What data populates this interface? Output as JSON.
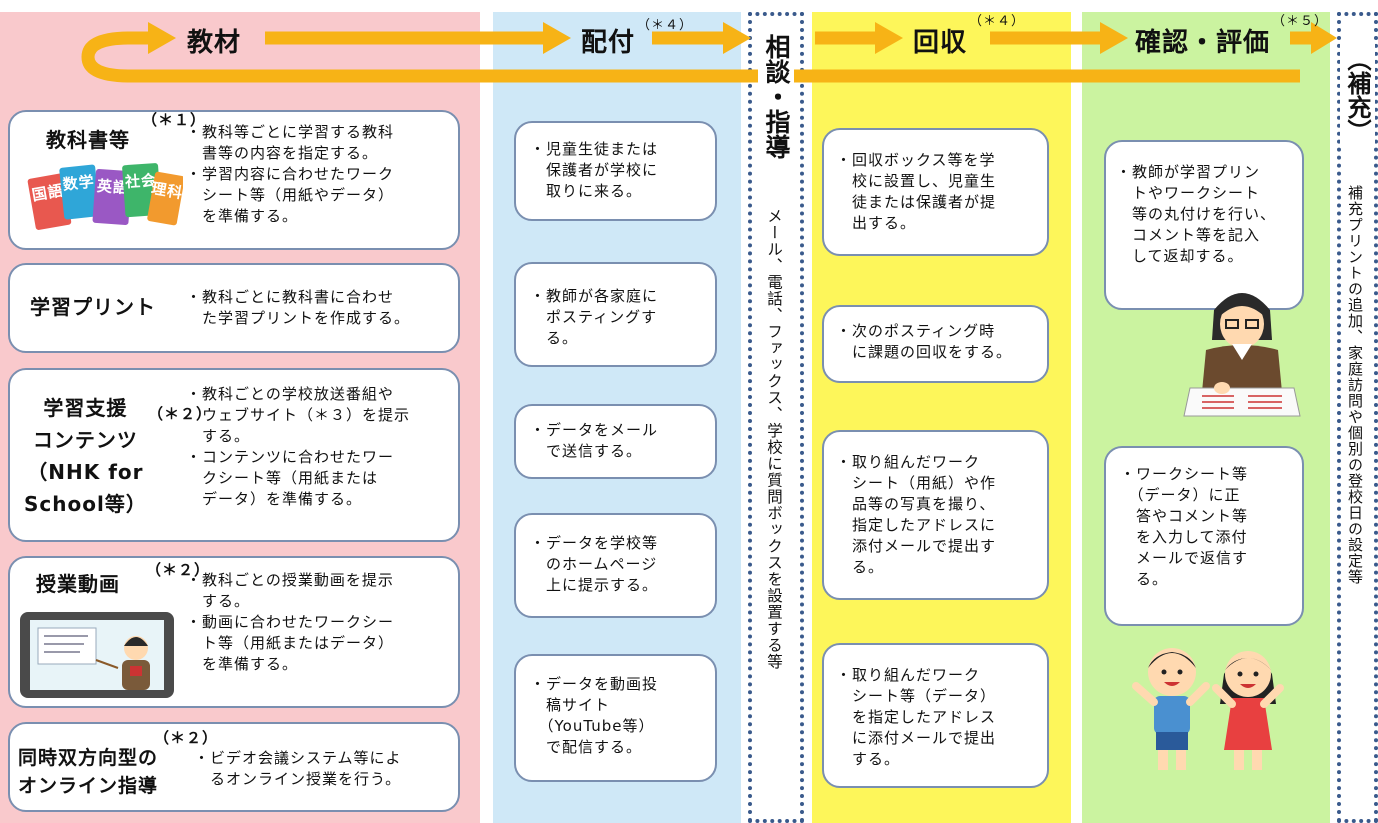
{
  "columns": {
    "kyozai": {
      "header": "教材",
      "bg": "#f9c9cc"
    },
    "haifu": {
      "header": "配付",
      "note": "（＊４）",
      "bg": "#cfe8f7"
    },
    "soudan": {
      "header": "相談・指導",
      "text": "メール、電話、ファックス、学校に質問ボックスを設置する等"
    },
    "kaishu": {
      "header": "回収",
      "note": "（＊４）",
      "bg": "#fdf65a"
    },
    "kakunin": {
      "header": "確認・評価",
      "note": "（＊５）",
      "bg": "#cbf3a0"
    },
    "hoju": {
      "header": "（補充）",
      "text": "補充プリントの追加、家庭訪問や個別の登校日の設定等"
    }
  },
  "arrow_color": "#f7b316",
  "materials": [
    {
      "title": "教科書等",
      "note": "（＊１）",
      "desc": "・教科等ごとに学習する教科\n　書等の内容を指定する。\n・学習内容に合わせたワーク\n　シート等（用紙やデータ）\n　を準備する。",
      "books": [
        {
          "t": "国語",
          "c": "#e8584f"
        },
        {
          "t": "数学",
          "c": "#2fa6d8"
        },
        {
          "t": "英語",
          "c": "#9a58c4"
        },
        {
          "t": "社会",
          "c": "#3eb56a"
        },
        {
          "t": "理科",
          "c": "#f29a2e"
        }
      ]
    },
    {
      "title": "学習プリント",
      "desc": "・教科ごとに教科書に合わせ\n　た学習プリントを作成する。"
    },
    {
      "title": "学習支援\nコンテンツ\n（NHK for\nSchool等）",
      "note": "（＊２）",
      "desc": "・教科ごとの学校放送番組や\n　ウェブサイト（＊３）を提示\n　する。\n・コンテンツに合わせたワー\n　クシート等（用紙または\n　データ）を準備する。"
    },
    {
      "title": "授業動画",
      "note": "（＊２）",
      "desc": "・教科ごとの授業動画を提示\n　する。\n・動画に合わせたワークシー\n　ト等（用紙またはデータ）\n　を準備する。"
    },
    {
      "title": "同時双方向型の\nオンライン指導",
      "note": "（＊２）",
      "desc": "・ビデオ会議システム等によ\n　るオンライン授業を行う。"
    }
  ],
  "haifu_items": [
    "・児童生徒または\n　保護者が学校に\n　取りに来る。",
    "・教師が各家庭に\n　ポスティングす\n　る。",
    "・データをメール\n　で送信する。",
    "・データを学校等\n　のホームページ\n　上に提示する。",
    "・データを動画投\n　稿サイト\n　（YouTube等）\n　で配信する。"
  ],
  "kaishu_items": [
    "・回収ボックス等を学\n　校に設置し、児童生\n　徒または保護者が提\n　出する。",
    "・次のポスティング時\n　に課題の回収をする。",
    "・取り組んだワーク\n　シート（用紙）や作\n　品等の写真を撮り、\n　指定したアドレスに\n　添付メールで提出す\n　る。",
    "・取り組んだワーク\n　シート等（データ）\n　を指定したアドレス\n　に添付メールで提出\n　する。"
  ],
  "kakunin_items": [
    "・教師が学習プリン\n　トやワークシート\n　等の丸付けを行い、\n　コメント等を記入\n　して返却する。",
    "・ワークシート等\n　（データ）に正\n　答やコメント等\n　を入力して添付\n　メールで返信す\n　る。"
  ]
}
